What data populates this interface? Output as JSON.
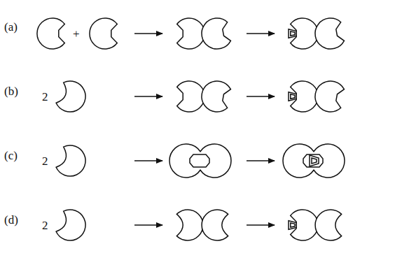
{
  "diagram": {
    "labels": [
      "(a)",
      "+",
      "(b)",
      "2",
      "(c)",
      "2",
      "(d)",
      "2"
    ]
  }
}
